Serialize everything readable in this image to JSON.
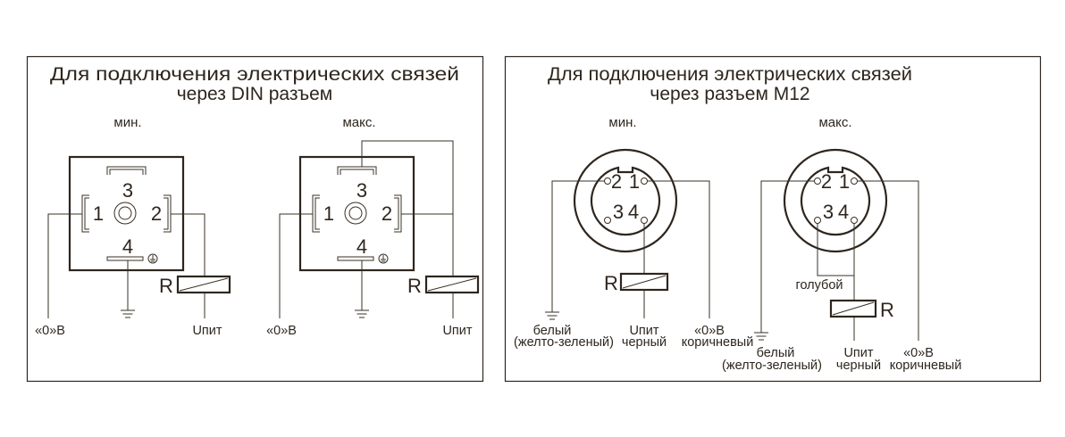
{
  "din": {
    "title_line1": "Для подключения электрических связей",
    "title_line2": "через DIN разъем",
    "min_label": "мин.",
    "max_label": "макс.",
    "pins": [
      "1",
      "2",
      "3",
      "4"
    ],
    "resistor_label": "R",
    "zero_v_label": "«0»В",
    "supply_label": "Uпит"
  },
  "m12": {
    "title_line1": "Для подключения электрических связей",
    "title_line2": "через разъем М12",
    "min_label": "мин.",
    "max_label": "макс.",
    "pins": [
      "1",
      "2",
      "3",
      "4"
    ],
    "resistor_label": "R",
    "white_label": "белый",
    "yellow_green_label": "(желто-зеленый)",
    "supply_label": "Uпит",
    "black_label": "черный",
    "zero_v_label": "«0»В",
    "brown_label": "коричневый",
    "blue_label": "голубой"
  }
}
